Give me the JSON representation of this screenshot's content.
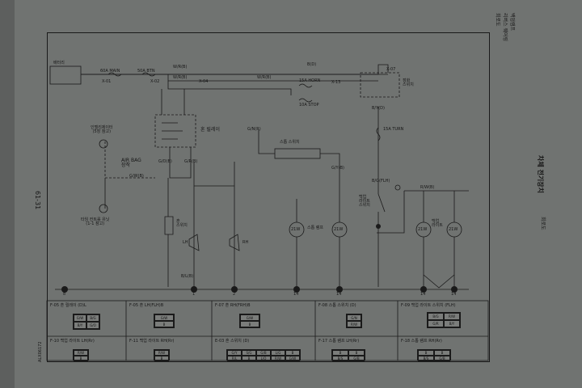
{
  "header": {
    "title": "차체 전기장치",
    "title_tag": "회로도",
    "subtitle_line1": "백업램프",
    "subtitle_line2": "리버스 웨어링",
    "subtitle_line3": "회로도",
    "side_page": "61-31",
    "doc_code": "ALX06172"
  },
  "schematic": {
    "battery": "배터리",
    "fuse1": "60A MAIN",
    "fuse2": "50A BTN",
    "conn_x01": "X-01",
    "conn_x02": "X-02",
    "conn_x04": "X-04",
    "conn_x07": "X-07",
    "conn_x13": "X-13",
    "wire_wr1": "W/R(B)",
    "wire_wr2": "W/R(B)",
    "wire_b": "B(D)",
    "wire_wr3": "W/R(B)",
    "ignition": "점화\n스위치",
    "fuse_horn": "15A HORN",
    "fuse_stop": "10A STOP",
    "fuse_turn": "15A TURN",
    "horn_relay": "혼 릴레이",
    "inter_fuse": "인텔리제이터\n(5장 참고)",
    "airbag": "AIR BAG\n장착",
    "timing": "타임 컨트롤 유닛\n(1-1 참고)",
    "stop_switch": "스톱 스위치",
    "horn_switch": "혼\n스위치",
    "horn_lh": "LH",
    "horn_rh": "RH",
    "stop_lamp": "스톱 램프",
    "backup_switch": "백업\n라이트\n스위치",
    "backup_lamp": "백업\n라이트",
    "bulb_21w": "21W",
    "wire_gob": "G/O(B)",
    "wire_gr": "G/R(B)",
    "wire_gw": "G/W(B)",
    "wire_bl": "B/L(B)",
    "wire_by": "B/Y(D)",
    "wire_bg": "B/G(FLH)",
    "wire_rw": "R/W(B)",
    "wire_gnr": "G/N(R)",
    "wire_gy": "G/Y(B)",
    "ground_nums": [
      "8",
      "1",
      "2",
      "14",
      "14",
      "14",
      "14"
    ]
  },
  "connectors_top": [
    {
      "label": "F-05 혼 릴레이 (D)L"
    },
    {
      "label": "F-05 혼 LH(FLH)B"
    },
    {
      "label": "F-07 혼 RH(FRH)B"
    },
    {
      "label": "F-08 스톱 스위치 (D)"
    },
    {
      "label": "F-09 백업 라이트 스위치 (FLH)"
    }
  ],
  "connectors_bottom": [
    {
      "label": "F-10 백업 라이트 LH(Rr)"
    },
    {
      "label": "F-11 백업 라이트 RH(Rr)"
    },
    {
      "label": "E-03 혼 스위치 (D)"
    },
    {
      "label": "F-17 스톱 램프 LH(Rr)"
    },
    {
      "label": "F-18 스톱 램프 RH(Rr)"
    }
  ],
  "pins": {
    "relay": [
      "G/W",
      "B/G",
      "B/Y",
      "G/O"
    ],
    "horn_lh": [
      "G/W",
      "B"
    ],
    "horn_rh": [
      "G/W",
      "B"
    ],
    "stop_sw": [
      "G/N",
      "R/W"
    ],
    "backup_sw": [
      "B/G",
      "R/W",
      "G/R",
      "B/Y"
    ],
    "backup_lh": [
      "R/W",
      "B"
    ],
    "backup_rh": [
      "R/W",
      "B"
    ],
    "horn_sw": [
      "G/Y",
      "S/G",
      "G/B",
      "L/G",
      "B",
      "R/L",
      "B",
      "L/O",
      "R/W",
      "G/W"
    ],
    "stop_lh": [
      "B",
      "B",
      "B/S",
      "G/B"
    ],
    "stop_rh": [
      "B",
      "B",
      "B/S",
      "G/B"
    ]
  }
}
